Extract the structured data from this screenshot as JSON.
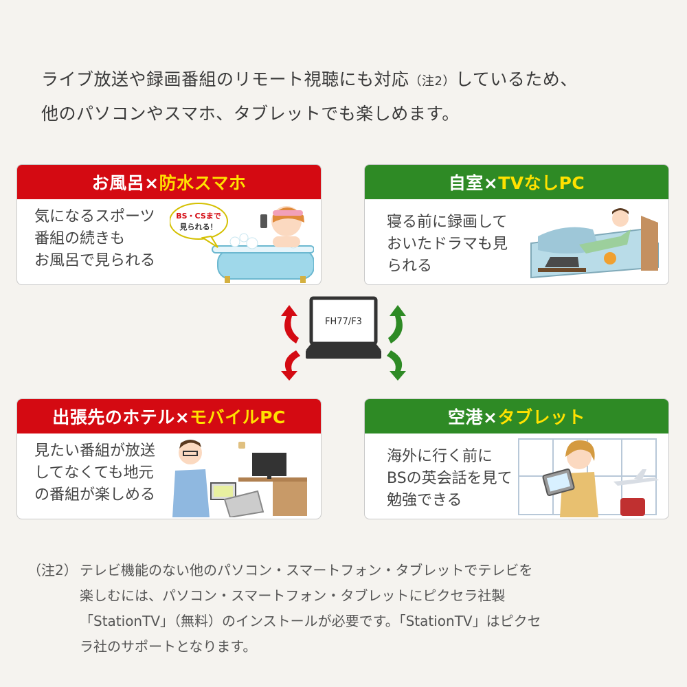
{
  "intro": {
    "line1": "ライブ放送や録画番組のリモート視聴にも対応",
    "note": "（注2）",
    "line1_end": "しているため、",
    "line2": "他のパソコンやスマホ、タブレットでも楽しめます。"
  },
  "cards": {
    "bath": {
      "title_a": "お風呂×",
      "title_b": "防水スマホ",
      "text": [
        "気になるスポーツ",
        "番組の続きも",
        "お風呂で見られる"
      ],
      "bubble": [
        "BS・CSまで",
        "見られる！"
      ]
    },
    "home": {
      "title_a": "自室×",
      "title_b": "TVなしPC",
      "text": [
        "寝る前に録画して",
        "おいたドラマも見",
        "られる"
      ]
    },
    "hotel": {
      "title_a": "出張先のホテル×",
      "title_b": "モバイルPC",
      "text": [
        "見たい番組が放送",
        "してなくても地元",
        "の番組が楽しめる"
      ]
    },
    "airport": {
      "title_a": "空港×",
      "title_b": "タブレット",
      "text": [
        "海外に行く前に",
        "BSの英会話を見て",
        "勉強できる"
      ]
    }
  },
  "center": {
    "laptop_label": "FH77/F3"
  },
  "footnote": {
    "mark": "（注2）",
    "lines": [
      "テレビ機能のない他のパソコン・スマートフォン・タブレットでテレビを",
      "楽しむには、パソコン・スマートフォン・タブレットにピクセラ社製",
      "「StationTV」（無料）のインストールが必要です。「StationTV」はピクセ",
      "ラ社のサポートとなります。"
    ]
  },
  "colors": {
    "red": "#d40a12",
    "green": "#2e8a25",
    "yellow": "#ffe100"
  }
}
